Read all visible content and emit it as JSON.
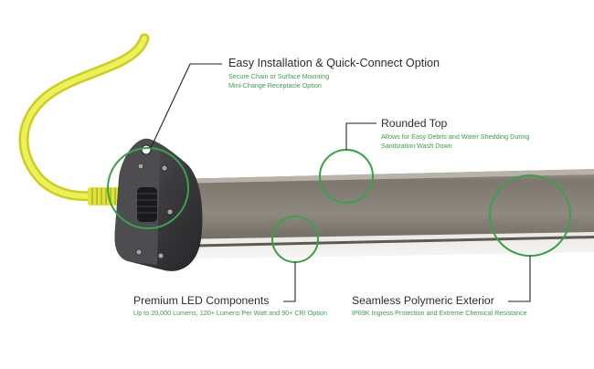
{
  "callouts": {
    "installation": {
      "title": "Easy Installation & Quick-Connect Option",
      "lines": [
        "Secure Chain or Surface Mounting",
        "Mini-Change Receptacle Option"
      ]
    },
    "top": {
      "title": "Rounded Top",
      "lines": [
        "Allows for Easy Debris and Water Shedding During",
        "Sanitization Wash Down"
      ]
    },
    "led": {
      "title": "Premium LED Components",
      "lines": [
        "Up to 20,000 Lumens, 120+ Lumens Per Watt and 90+ CRI Option"
      ]
    },
    "exterior": {
      "title": "Seamless Polymeric Exterior",
      "lines": [
        "IP69K Ingress Protection and Extreme Chemical Resistance"
      ]
    }
  },
  "colors": {
    "accent_green": "#3aa14a",
    "cable_yellow": "#e8ec3c",
    "housing_gray": "#8a837a",
    "endcap_dark": "#3a3a3c",
    "leader_line": "#222222"
  }
}
